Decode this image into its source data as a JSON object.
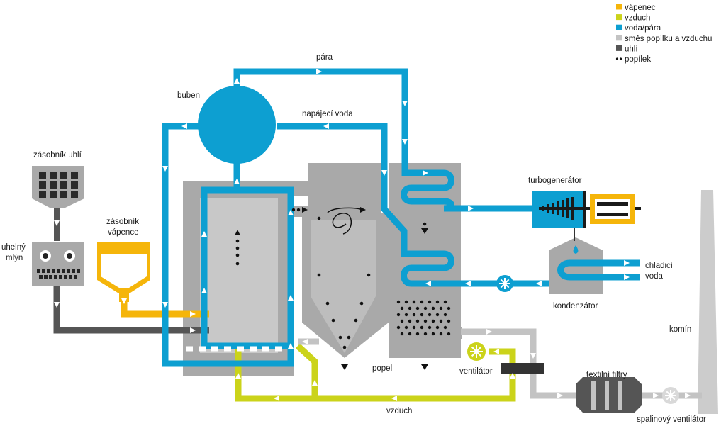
{
  "colors": {
    "limestone": "#f5b50a",
    "air": "#cbd31a",
    "water": "#0d9fd1",
    "ash_air": "#c3c3c3",
    "coal": "#555555",
    "ash": "#111111",
    "machine": "#a9a9a9",
    "stack": "#cccccc"
  },
  "legend": {
    "items": [
      {
        "key": "limestone",
        "label": "vápenec",
        "swatch": "square"
      },
      {
        "key": "air",
        "label": "vzduch",
        "swatch": "square"
      },
      {
        "key": "water",
        "label": "voda/pára",
        "swatch": "square"
      },
      {
        "key": "ash_air",
        "label": "směs popílku a vzduchu",
        "swatch": "square"
      },
      {
        "key": "coal",
        "label": "uhlí",
        "swatch": "square"
      },
      {
        "key": "ash",
        "label": "popílek",
        "swatch": "dots"
      }
    ]
  },
  "labels": {
    "steam": "pára",
    "drum": "buben",
    "feedwater": "napájecí voda",
    "coal_bunker": "zásobník uhlí",
    "mill_line1": "uhelný",
    "mill_line2": "mlýn",
    "limestone_line1": "zásobník",
    "limestone_line2": "vápence",
    "turbogenerator": "turbogenerátor",
    "cooling_line1": "chladicí",
    "cooling_line2": "voda",
    "condenser": "kondenzátor",
    "chimney": "komín",
    "ash": "popel",
    "fan": "ventilátor",
    "fabric_filters": "textilní filtry",
    "air": "vzduch",
    "flue_fan": "spalinový ventilátor"
  }
}
